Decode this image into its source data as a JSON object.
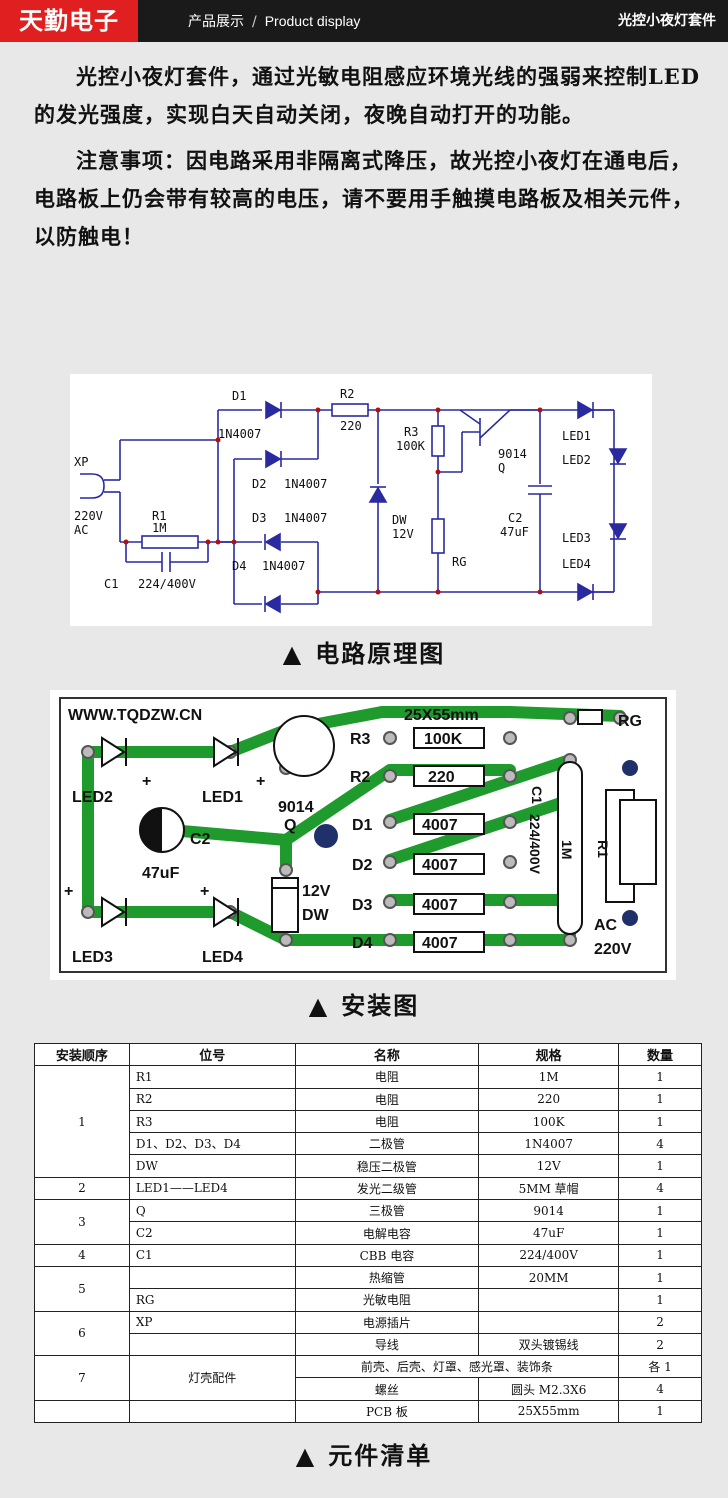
{
  "header": {
    "brand": "天勤电子",
    "crumb_cn": "产品展示",
    "crumb_sep": "/",
    "crumb_en": "Product display",
    "title": "光控小夜灯套件"
  },
  "intro": {
    "p1": "光控小夜灯套件，通过光敏电阻感应环境光线的强弱来控制LED的发光强度，实现白天自动关闭，夜晚自动打开的功能。",
    "p2": "注意事项：因电路采用非隔离式降压，故光控小夜灯在通电后，电路板上仍会带有较高的电压，请不要用手触摸电路板及相关元件，以防触电！"
  },
  "schematic": {
    "caption": "电路原理图",
    "labels": {
      "xp": "XP",
      "v220": "220V",
      "ac": "AC",
      "r1": "R1",
      "r1v": "1M",
      "c1": "C1",
      "c1v": "224/400V",
      "d1": "D1",
      "d1v": "1N4007",
      "d2": "D2",
      "d2v": "1N4007",
      "d3": "D3",
      "d3v": "1N4007",
      "d4": "D4",
      "d4v": "1N4007",
      "r2": "R2",
      "r2v": "220",
      "r3": "R3",
      "r3v": "100K",
      "dw": "DW",
      "dwv": "12V",
      "rg": "RG",
      "q1": "9014",
      "q2": "Q",
      "c2": "C2",
      "c2v": "47uF",
      "led1": "LED1",
      "led2": "LED2",
      "led3": "LED3",
      "led4": "LED4"
    }
  },
  "pcb": {
    "caption": "安装图",
    "labels": {
      "url": "WWW.TQDZW.CN",
      "size": "25X55mm",
      "r3": "R3",
      "r3v": "100K",
      "r2": "R2",
      "r2v": "220",
      "d1": "D1",
      "d2": "D2",
      "d3": "D3",
      "d4": "D4",
      "dv": "4007",
      "q1": "9014",
      "q2": "Q",
      "c2": "C2",
      "c2v": "47uF",
      "dw1": "12V",
      "dw2": "DW",
      "led1": "LED1",
      "led2": "LED2",
      "led3": "LED3",
      "led4": "LED4",
      "rg": "RG",
      "r1": "R1",
      "r1v": "1M",
      "c1": "C1",
      "c1v": "224/400V",
      "ac": "AC",
      "v220": "220V",
      "plus": "+"
    }
  },
  "bom": {
    "caption": "元件清单",
    "headers": [
      "安装顺序",
      "位号",
      "名称",
      "规格",
      "数量"
    ],
    "groups": [
      {
        "order": "1",
        "rows": [
          [
            "R1",
            "电阻",
            "1M",
            "1"
          ],
          [
            "R2",
            "电阻",
            "220",
            "1"
          ],
          [
            "R3",
            "电阻",
            "100K",
            "1"
          ],
          [
            "D1、D2、D3、D4",
            "二极管",
            "1N4007",
            "4"
          ],
          [
            "DW",
            "稳压二极管",
            "12V",
            "1"
          ]
        ]
      },
      {
        "order": "2",
        "rows": [
          [
            "LED1——LED4",
            "发光二级管",
            "5MM 草帽",
            "4"
          ]
        ]
      },
      {
        "order": "3",
        "rows": [
          [
            "Q",
            "三极管",
            "9014",
            "1"
          ],
          [
            "C2",
            "电解电容",
            "47uF",
            "1"
          ]
        ]
      },
      {
        "order": "4",
        "rows": [
          [
            "C1",
            "CBB 电容",
            "224/400V",
            "1"
          ]
        ]
      },
      {
        "order": "5",
        "rows": [
          [
            "",
            "热缩管",
            "20MM",
            "1"
          ],
          [
            "RG",
            "光敏电阻",
            "",
            "1"
          ]
        ]
      },
      {
        "order": "6",
        "rows": [
          [
            "XP",
            "电源插片",
            "",
            "2"
          ],
          [
            "",
            "导线",
            "双头镀锡线",
            "2"
          ]
        ]
      },
      {
        "order": "7",
        "merged_pos": "灯壳配件",
        "rows": [
          [
            "前壳、后壳、灯罩、感光罩、装饰条",
            "各 1"
          ],
          [
            "螺丝",
            "圆头 M2.3X6",
            "4"
          ]
        ]
      },
      {
        "order": "",
        "rows": [
          [
            "",
            "PCB 板",
            "25X55mm",
            "1"
          ]
        ]
      }
    ]
  },
  "colors": {
    "brand": "#e02020",
    "pcb_green": "#1f9a2c",
    "wire": "#2a2aa0"
  }
}
